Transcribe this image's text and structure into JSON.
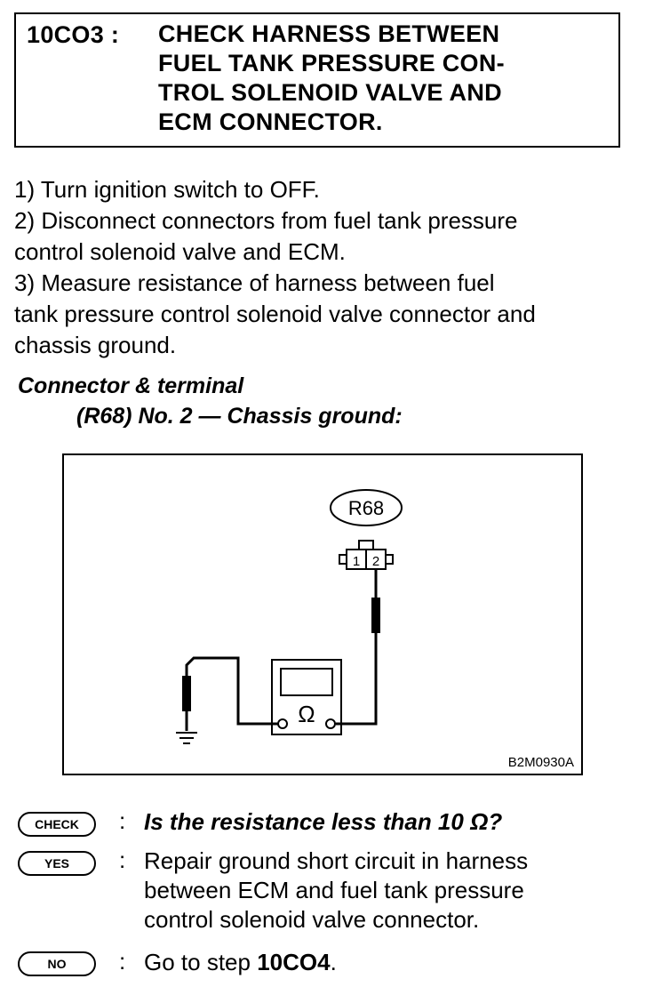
{
  "step": {
    "id": "10CO3 :",
    "title_lines": [
      "CHECK HARNESS BETWEEN",
      "FUEL TANK PRESSURE CON-",
      "TROL SOLENOID VALVE AND",
      "ECM CONNECTOR."
    ]
  },
  "instructions": {
    "lines": [
      "1)  Turn ignition switch to OFF.",
      "2)  Disconnect connectors from fuel tank pressure",
      "control solenoid valve and ECM.",
      "3)  Measure resistance of harness between fuel",
      "tank pressure control solenoid valve connector and",
      "chassis ground."
    ]
  },
  "connector": {
    "heading": "Connector & terminal",
    "spec": "(R68) No. 2 — Chassis ground:"
  },
  "diagram": {
    "connector_label": "R68",
    "pin_1": "1",
    "pin_2": "2",
    "meter_symbol": "Ω",
    "figure_code": "B2M0930A"
  },
  "qa": {
    "check_badge": "CHECK",
    "check_text": "Is the resistance less than 10 Ω?",
    "yes_badge": "YES",
    "yes_lines": [
      "Repair ground short circuit in harness",
      "between ECM and fuel tank pressure",
      "control solenoid valve connector."
    ],
    "no_badge": "NO",
    "no_prefix": "Go to step ",
    "no_step": "10CO4",
    "no_suffix": ".",
    "colon": ":"
  }
}
